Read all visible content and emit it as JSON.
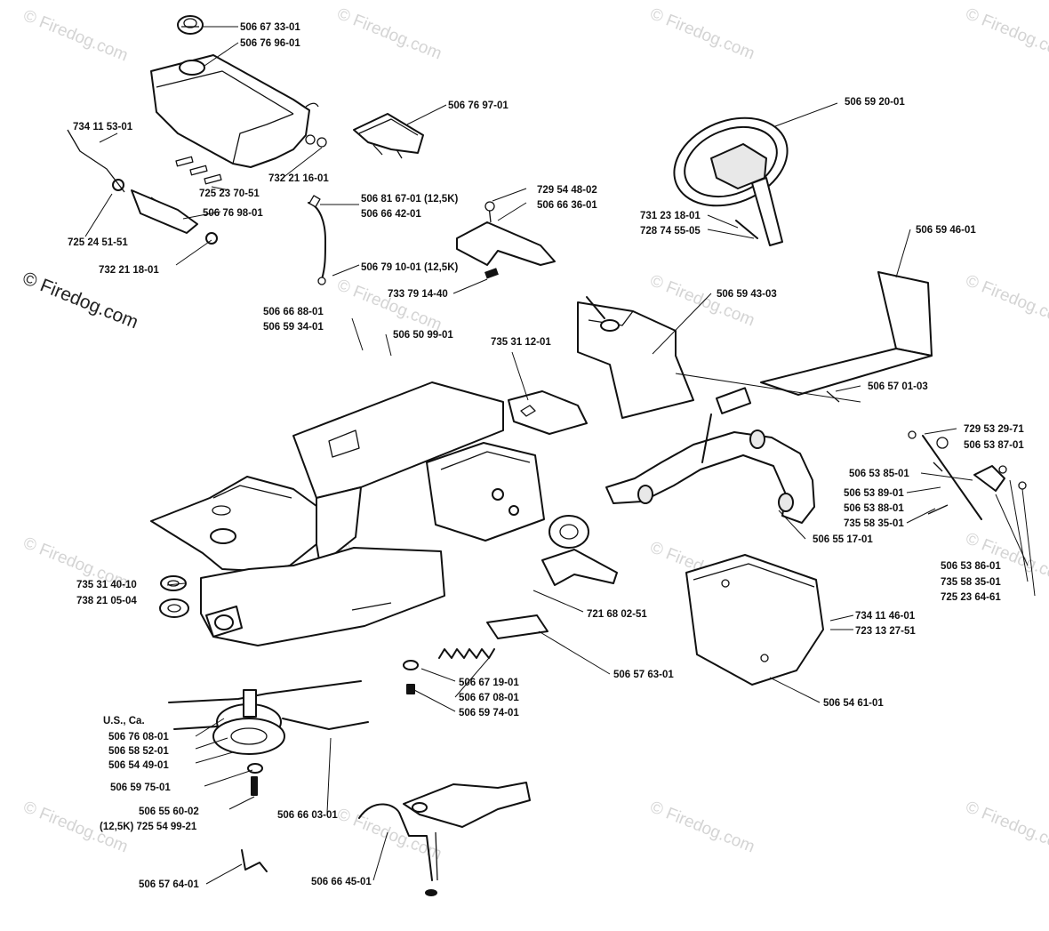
{
  "watermark": "© Firedog.com",
  "side_watermark": "© Firedog.com",
  "region_label": "U.S., Ca.",
  "parts": {
    "p_506673301": "506 67 33-01",
    "p_506769601": "506 76 96-01",
    "p_506769701": "506 76 97-01",
    "p_734115301": "734 11 53-01",
    "p_732211601": "732 21 16-01",
    "p_725237051": "725 23 70-51",
    "p_506769801": "506 76 98-01",
    "p_725245151": "725 24 51-51",
    "p_732211801": "732 21 18-01",
    "p_506816701": "506 81 67-01 (12,5K)",
    "p_506664201": "506 66 42-01",
    "p_729544802": "729 54 48-02",
    "p_506663601": "506 66 36-01",
    "p_506791001": "506 79 10-01 (12,5K)",
    "p_733791440": "733 79 14-40",
    "p_506592001": "506 59 20-01",
    "p_731231801": "731 23 18-01",
    "p_728745505": "728 74 55-05",
    "p_506594601": "506 59 46-01",
    "p_506594303": "506 59 43-03",
    "p_506668801": "506 66 88-01",
    "p_506593401": "506 59 34-01",
    "p_506509901": "506 50 99-01",
    "p_735311201": "735 31 12-01",
    "p_506570103": "506 57 01-03",
    "p_729532971": "729 53 29-71",
    "p_506538701": "506 53 87-01",
    "p_506538501": "506 53 85-01",
    "p_506538901": "506 53 89-01",
    "p_506538801": "506 53 88-01",
    "p_735583501a": "735 58 35-01",
    "p_506551701": "506 55 17-01",
    "p_506538601": "506 53 86-01",
    "p_735583501b": "735 58 35-01",
    "p_725236461": "725 23 64-61",
    "p_735314010": "735 31 40-10",
    "p_738210504": "738 21 05-04",
    "p_721680251": "721 68 02-51",
    "p_734114601": "734 11 46-01",
    "p_723132751": "723 13 27-51",
    "p_506576301": "506 57 63-01",
    "p_506671901": "506 67 19-01",
    "p_506670801": "506 67 08-01",
    "p_506597401": "506 59 74-01",
    "p_506546101": "506 54 61-01",
    "p_506760801": "506 76 08-01",
    "p_506585201": "506 58 52-01",
    "p_506544901": "506 54 49-01",
    "p_506597501": "506 59 75-01",
    "p_506556002": "506 55 60-02",
    "p_725549921": "(12,5K) 725 54 99-21",
    "p_506660301": "506 66 03-01",
    "p_506576401": "506 57 64-01",
    "p_506664501": "506 66 45-01"
  }
}
